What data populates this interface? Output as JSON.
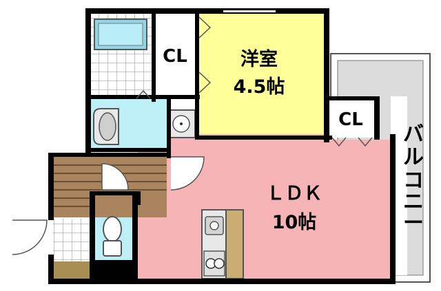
{
  "floorplan": {
    "closet_top": "CL",
    "western_room": {
      "name": "洋室",
      "size": "4.5帖"
    },
    "closet_right": "CL",
    "ldk": {
      "name": "ＬＤＫ",
      "size": "10帖"
    },
    "balcony": [
      "バ",
      "ル",
      "コ",
      "ニ",
      "ー"
    ]
  },
  "colors": {
    "western_room": "#ffff99",
    "ldk": "#f7b4b7",
    "bathroom": "#bdeff7",
    "wall": "#000000",
    "stairs": "#a9845e",
    "genkan": "#a88e52",
    "balcony": "#dcdcdc",
    "bath": "#8fd6e8"
  },
  "icons": [
    "bathtub-icon",
    "toilet-icon",
    "washbasin-icon",
    "sink-icon",
    "stove-icon",
    "door-swing-icon",
    "stairs-icon"
  ]
}
